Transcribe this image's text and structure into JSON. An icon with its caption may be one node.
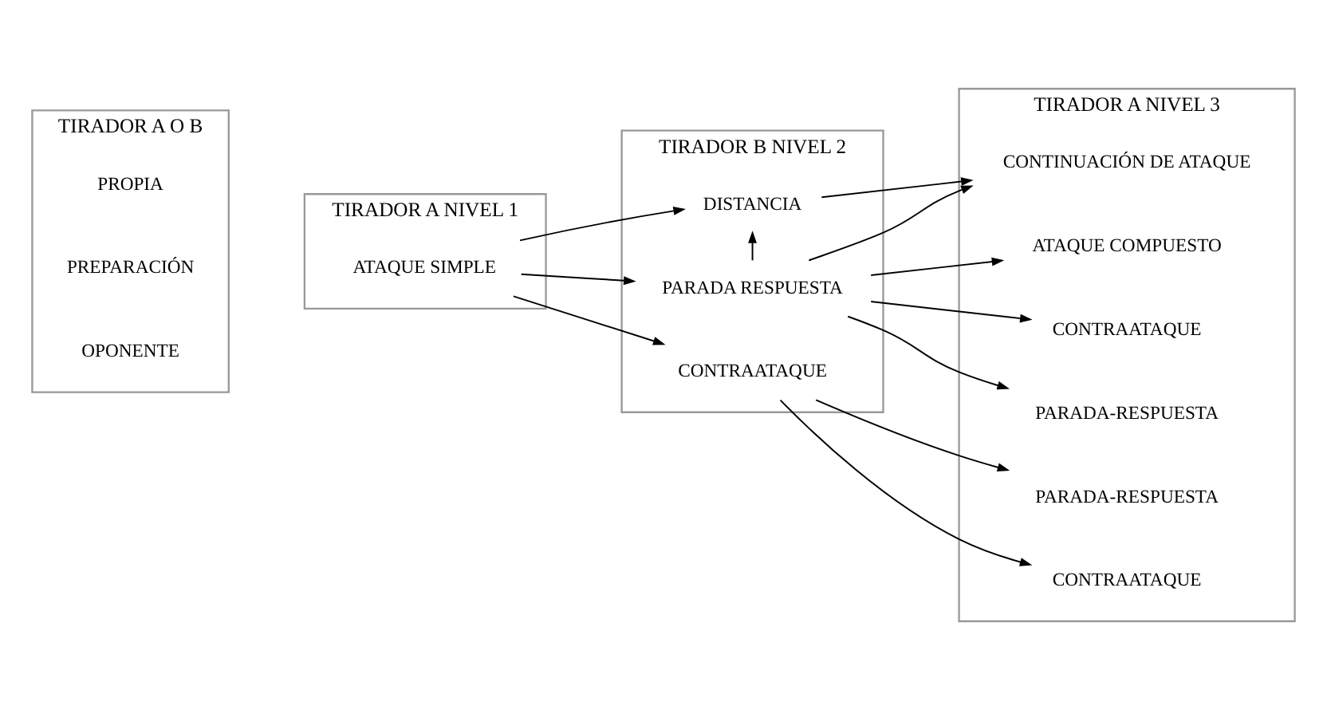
{
  "diagram": {
    "nodes": [
      {
        "text": [
          "TIRADOR A O B"
        ]
      },
      {
        "text": [
          "PROPIA"
        ],
        "in": 0
      },
      {
        "text": [
          "PREPARACIÓN"
        ],
        "in": 0
      },
      {
        "text": [
          "OPONENTE"
        ],
        "in": 0
      },
      {
        "text": [
          "TIRADOR A NIVEL 1"
        ]
      },
      {
        "text": [
          "ATAQUE SIMPLE"
        ],
        "in": 4
      },
      {
        "text": [
          "TIRADOR B NIVEL 2"
        ]
      },
      {
        "text": [
          "DISTANCIA"
        ],
        "in": 6
      },
      {
        "text": [
          "PARADA RESPUESTA"
        ],
        "in": 6
      },
      {
        "text": [
          "CONTRAATAQUE"
        ],
        "in": 6
      },
      {
        "text": [
          "TIRADOR A NIVEL 3"
        ]
      },
      {
        "text": [
          "CONTINUACIÓN DE ATAQUE"
        ],
        "in": 10
      },
      {
        "text": [
          "ATAQUE COMPUESTO"
        ],
        "in": 10
      },
      {
        "text": [
          "CONTRAATAQUE"
        ],
        "in": 10
      },
      {
        "text": [
          "PARADA-RESPUESTA"
        ],
        "in": 10
      },
      {
        "text": [
          "PARADA-RESPUESTA"
        ],
        "in": 10
      },
      {
        "text": [
          "CONTRAATAQUE"
        ],
        "in": 10
      }
    ],
    "edges": [
      {
        "from": 5,
        "to": 7,
        "arrow": "to"
      },
      {
        "from": 5,
        "to": 8,
        "arrow": "to"
      },
      {
        "from": 5,
        "to": 9,
        "arrow": "to"
      },
      {
        "from": 7,
        "to": 11,
        "arrow": "to"
      },
      {
        "from": 8,
        "to": 7,
        "arrow": "to"
      },
      {
        "from": 8,
        "to": 11,
        "arrow": "to"
      },
      {
        "from": 8,
        "to": 12,
        "arrow": "to"
      },
      {
        "from": 8,
        "to": 13,
        "arrow": "to"
      },
      {
        "from": 8,
        "to": 14,
        "arrow": "to"
      },
      {
        "from": 9,
        "to": 15,
        "arrow": "to"
      },
      {
        "from": 9,
        "to": 16,
        "arrow": "to"
      }
    ]
  }
}
